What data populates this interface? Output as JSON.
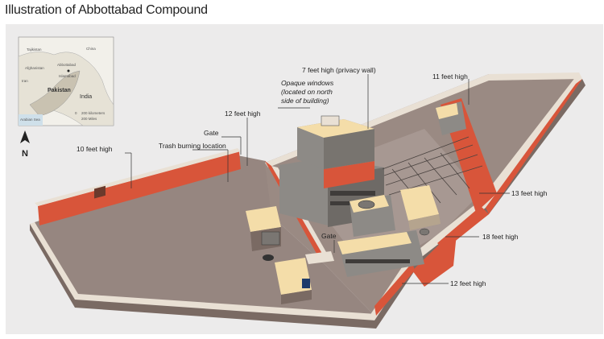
{
  "title": "Illustration of Abbottabad Compound",
  "inset_map": {
    "places": [
      "Tajikistan",
      "China",
      "Afghanistan",
      "Abbottabad",
      "Islamabad",
      "Pakistan",
      "Iran",
      "India",
      "Arabian Sea"
    ],
    "scale": [
      "0",
      "200 kilometers",
      "200 Miles"
    ],
    "north": "N"
  },
  "labels": {
    "privacy_wall": "7 feet high (privacy wall)",
    "windows": [
      "Opaque windows",
      "(located on north",
      "side of building)"
    ],
    "h11": "11 feet high",
    "h12_top": "12 feet high",
    "gate_top": "Gate",
    "h10": "10 feet high",
    "trash": "Trash burning location",
    "h13": "13 feet high",
    "gate_bottom": "Gate",
    "h18": "18 feet high",
    "h12_bottom": "12 feet high"
  },
  "colors": {
    "background": "#ecebeb",
    "ground": "#968680",
    "ground_light": "#a79892",
    "wall_top": "#e9e0d4",
    "wall_side": "#7a6a63",
    "red_wall": "#d8553a",
    "building_roof": "#f4dda9",
    "building_side": "#8d8a86"
  }
}
